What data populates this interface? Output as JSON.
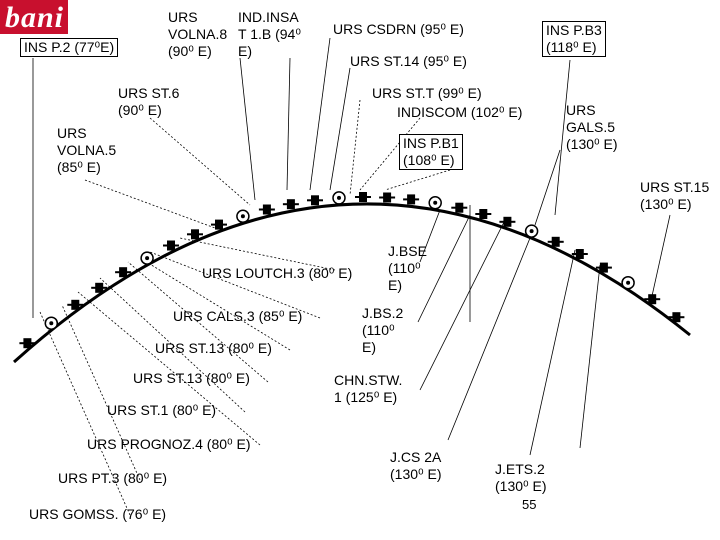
{
  "logo": {
    "text": "bani",
    "color": "#c8102e"
  },
  "labels": [
    {
      "id": "ins-p2",
      "text": "INS P.2 (77⁰E)",
      "boxed": true
    },
    {
      "id": "urs-volna8",
      "text": "URS\nVOLNA.8\n(90⁰ E)",
      "boxed": false
    },
    {
      "id": "ind-insat1b",
      "text": "IND.INSA\nT 1.B (94⁰\nE)",
      "boxed": false
    },
    {
      "id": "urs-csdrn",
      "text": "URS CSDRN (95⁰ E)",
      "boxed": false
    },
    {
      "id": "urs-st14",
      "text": "URS ST.14 (95⁰ E)",
      "boxed": false
    },
    {
      "id": "ins-pb3",
      "text": "INS P.B3\n(118⁰ E)",
      "boxed": true
    },
    {
      "id": "urs-st6",
      "text": "URS ST.6\n(90⁰ E)",
      "boxed": false
    },
    {
      "id": "urs-stt",
      "text": "URS ST.T (99⁰ E)",
      "boxed": false
    },
    {
      "id": "indiscom",
      "text": "INDISCOM (102⁰ E)",
      "boxed": false
    },
    {
      "id": "urs-gals5",
      "text": "URS\nGALS.5\n(130⁰ E)",
      "boxed": false
    },
    {
      "id": "urs-volna5",
      "text": "URS\nVOLNA.5\n(85⁰ E)",
      "boxed": false
    },
    {
      "id": "ins-pb1",
      "text": "INS P.B1\n(108⁰ E)",
      "boxed": true
    },
    {
      "id": "urs-st15",
      "text": "URS ST.15\n(130⁰ E)",
      "boxed": false
    },
    {
      "id": "j-bse",
      "text": "J.BSE\n(110⁰\nE)",
      "boxed": false
    },
    {
      "id": "urs-loutch3",
      "text": "URS LOUTCH.3 (80⁰ E)",
      "boxed": false
    },
    {
      "id": "j-bs2",
      "text": "J.BS.2\n(110⁰\nE)",
      "boxed": false
    },
    {
      "id": "urs-cals3",
      "text": "URS CALS.3 (85⁰ E)",
      "boxed": false
    },
    {
      "id": "urs-st13-a",
      "text": "URS ST.13 (80⁰ E)",
      "boxed": false
    },
    {
      "id": "urs-st13-b",
      "text": "URS ST.13 (80⁰ E)",
      "boxed": false
    },
    {
      "id": "chn-stw1",
      "text": "CHN.STW.\n1 (125⁰ E)",
      "boxed": false
    },
    {
      "id": "urs-st1",
      "text": "URS ST.1 (80⁰ E)",
      "boxed": false
    },
    {
      "id": "urs-prognoz4",
      "text": "URS PROGNOZ.4 (80⁰ E)",
      "boxed": false
    },
    {
      "id": "j-cs2a",
      "text": "J.CS 2A\n(130⁰ E)",
      "boxed": false
    },
    {
      "id": "j-ets2",
      "text": "J.ETS.2\n(130⁰ E)",
      "boxed": false
    },
    {
      "id": "urs-pt3",
      "text": "URS PT.3 (80⁰ E)",
      "boxed": false
    },
    {
      "id": "urs-gomss",
      "text": "URS GOMSS. (76⁰ E)",
      "boxed": false
    }
  ],
  "page_number": "55"
}
